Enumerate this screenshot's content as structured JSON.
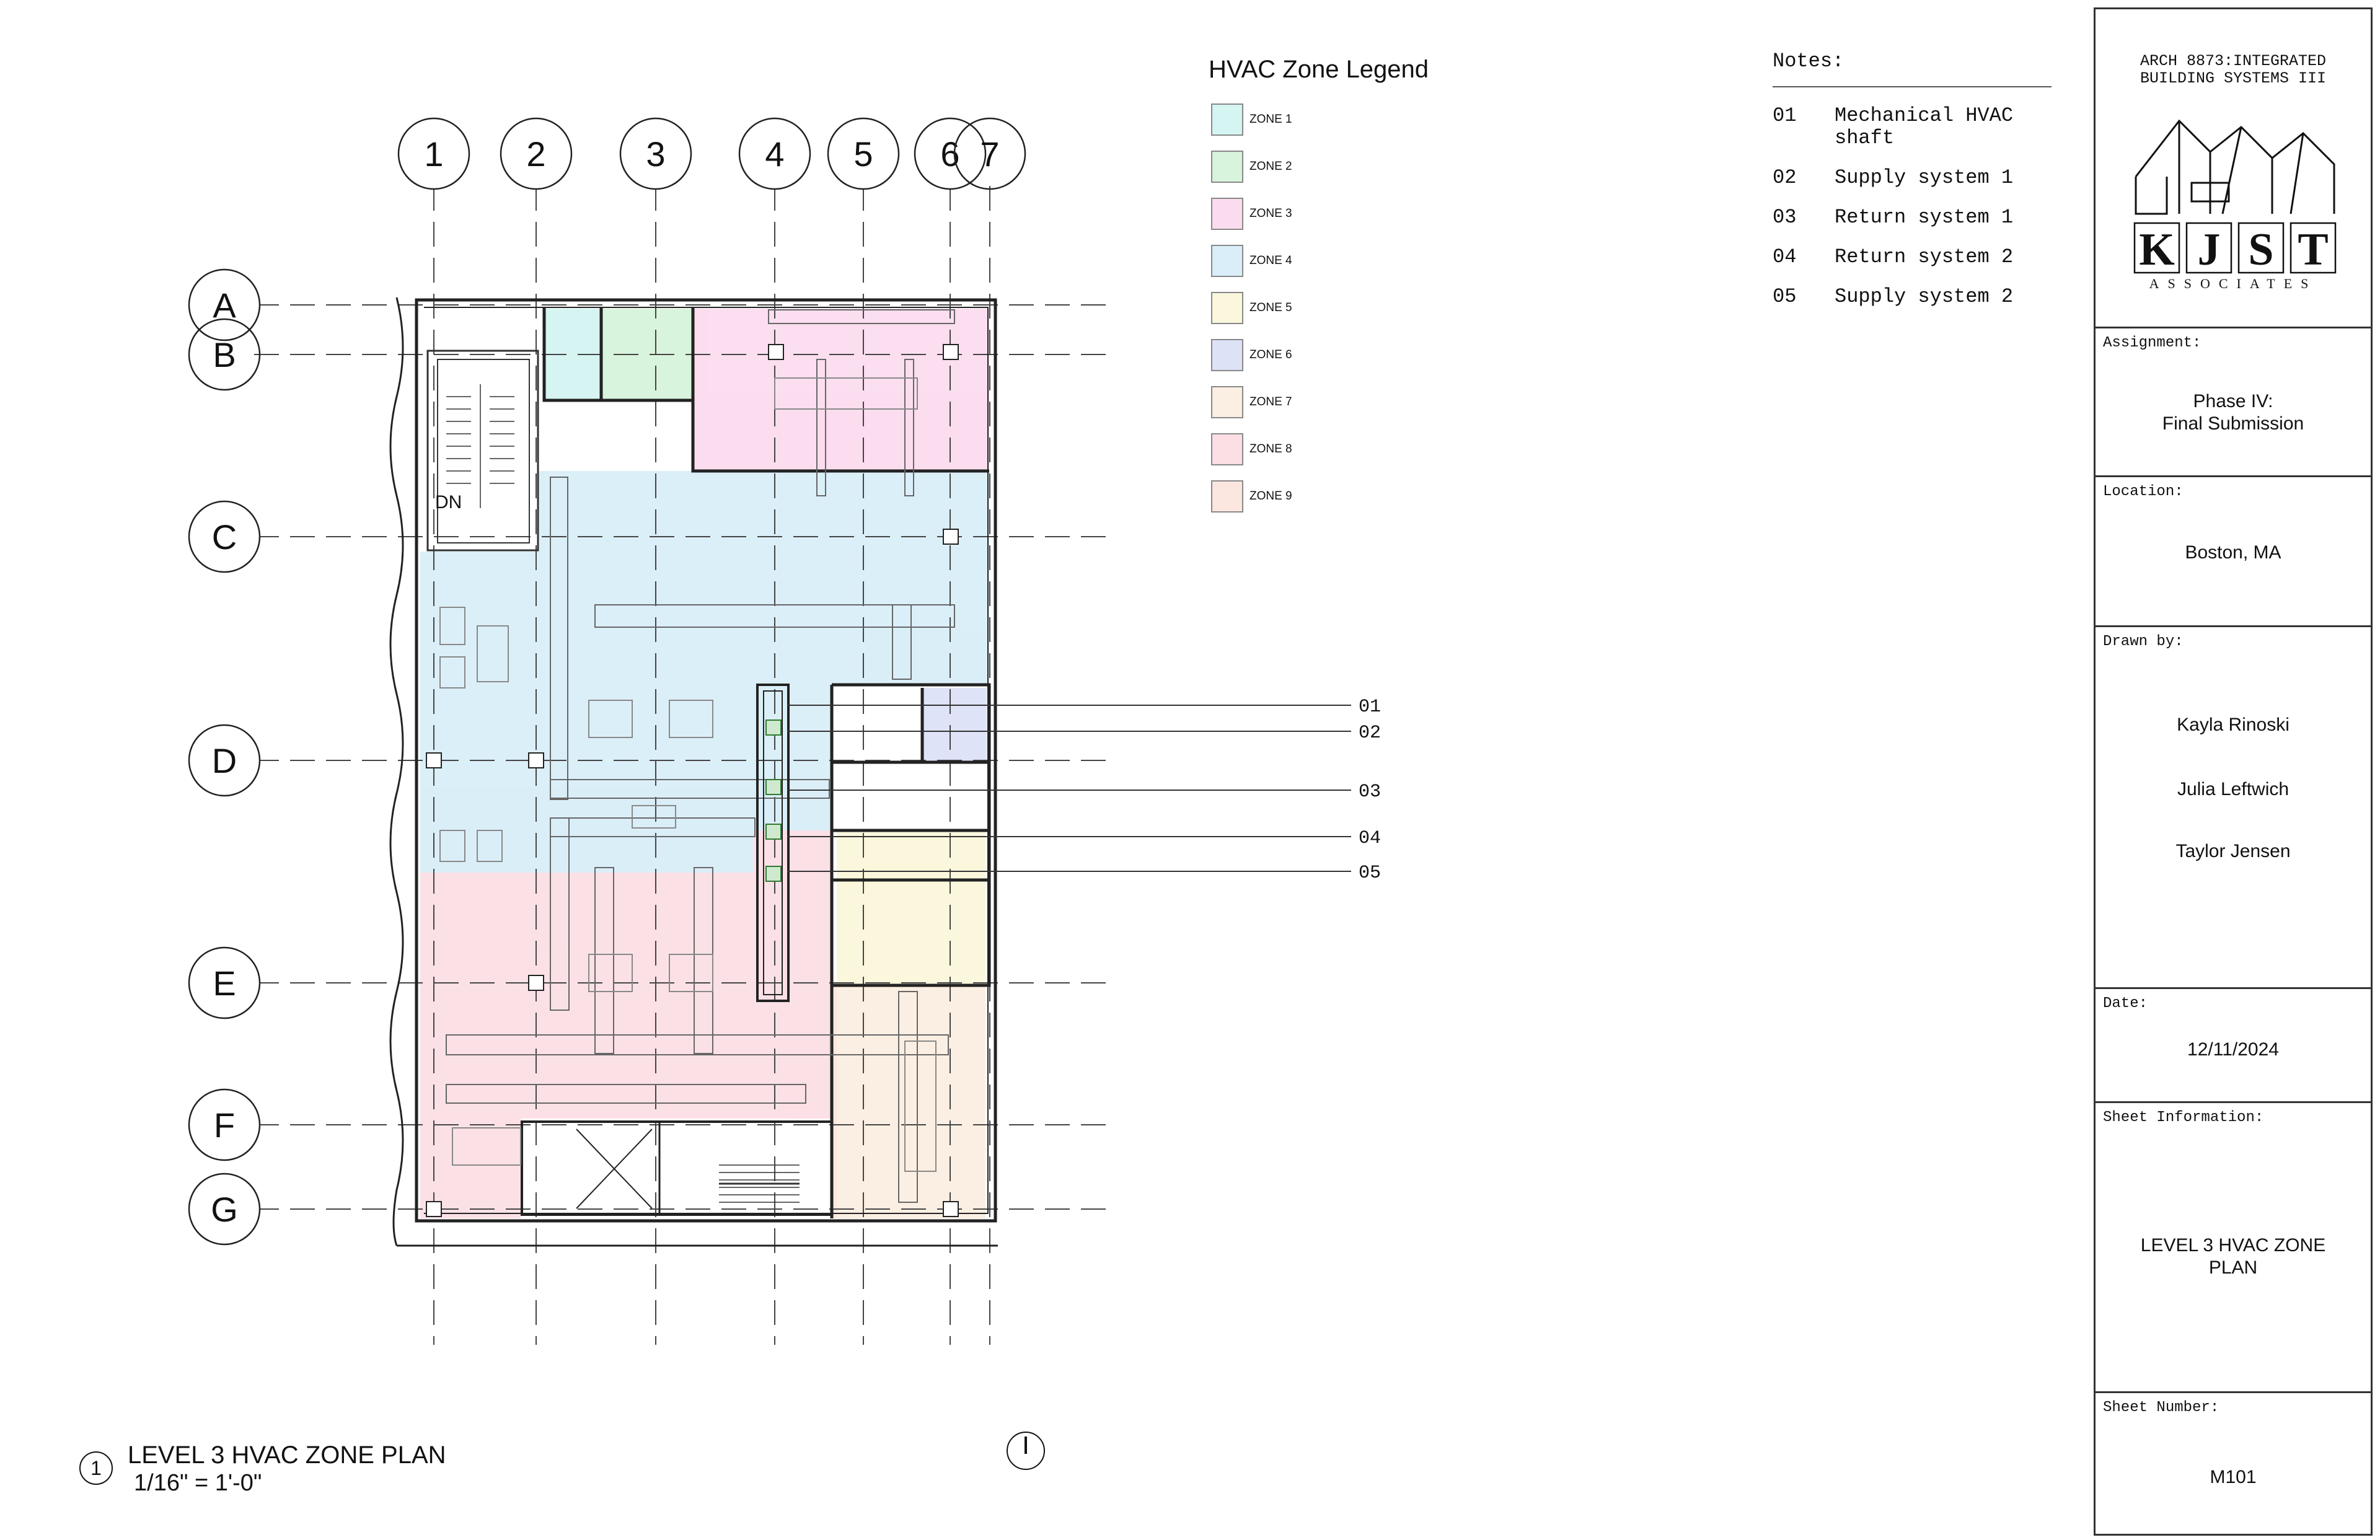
{
  "legend": {
    "title": "HVAC Zone Legend",
    "zones": [
      {
        "label": "ZONE 1",
        "color": "#d4f5f2"
      },
      {
        "label": "ZONE 2",
        "color": "#d8f4dc"
      },
      {
        "label": "ZONE 3",
        "color": "#fbdcef"
      },
      {
        "label": "ZONE 4",
        "color": "#d9eef8"
      },
      {
        "label": "ZONE 5",
        "color": "#fbf7dc"
      },
      {
        "label": "ZONE 6",
        "color": "#dde2f7"
      },
      {
        "label": "ZONE 7",
        "color": "#fbeee2"
      },
      {
        "label": "ZONE 8",
        "color": "#fbdfe5"
      },
      {
        "label": "ZONE 9",
        "color": "#fbe6e0"
      }
    ]
  },
  "notes": {
    "title": "Notes:",
    "items": [
      {
        "num": "01",
        "text": "Mechanical HVAC shaft"
      },
      {
        "num": "02",
        "text": "Supply system 1"
      },
      {
        "num": "03",
        "text": "Return system 1"
      },
      {
        "num": "04",
        "text": "Return system 2"
      },
      {
        "num": "05",
        "text": "Supply system 2"
      }
    ]
  },
  "grid": {
    "columns": [
      "1",
      "2",
      "3",
      "4",
      "5",
      "6",
      "7"
    ],
    "rows": [
      "A",
      "B",
      "C",
      "D",
      "E",
      "F",
      "G"
    ]
  },
  "plan": {
    "stair_label": "DN",
    "callouts": [
      "01",
      "02",
      "03",
      "04",
      "05"
    ]
  },
  "titleblock": {
    "course_line1": "ARCH 8873:INTEGRATED",
    "course_line2": "BUILDING SYSTEMS III",
    "logo_letters": [
      "K",
      "J",
      "S",
      "T"
    ],
    "firm_name": "ASSOCIATES",
    "assignment_label": "Assignment:",
    "assignment_line1": "Phase IV:",
    "assignment_line2": "Final Submission",
    "location_label": "Location:",
    "location": "Boston, MA",
    "drawn_label": "Drawn by:",
    "drawn_by": [
      "Kayla Rinoski",
      "Julia Leftwich",
      "Taylor Jensen"
    ],
    "date_label": "Date:",
    "date": "12/11/2024",
    "sheet_info_label": "Sheet Information:",
    "sheet_info_line1": "LEVEL 3 HVAC ZONE",
    "sheet_info_line2": "PLAN",
    "sheet_number_label": "Sheet Number:",
    "sheet_number": "M101"
  },
  "drawing_title": {
    "number": "1",
    "name": "LEVEL 3 HVAC ZONE PLAN",
    "scale": "1/16\" = 1'-0\""
  }
}
